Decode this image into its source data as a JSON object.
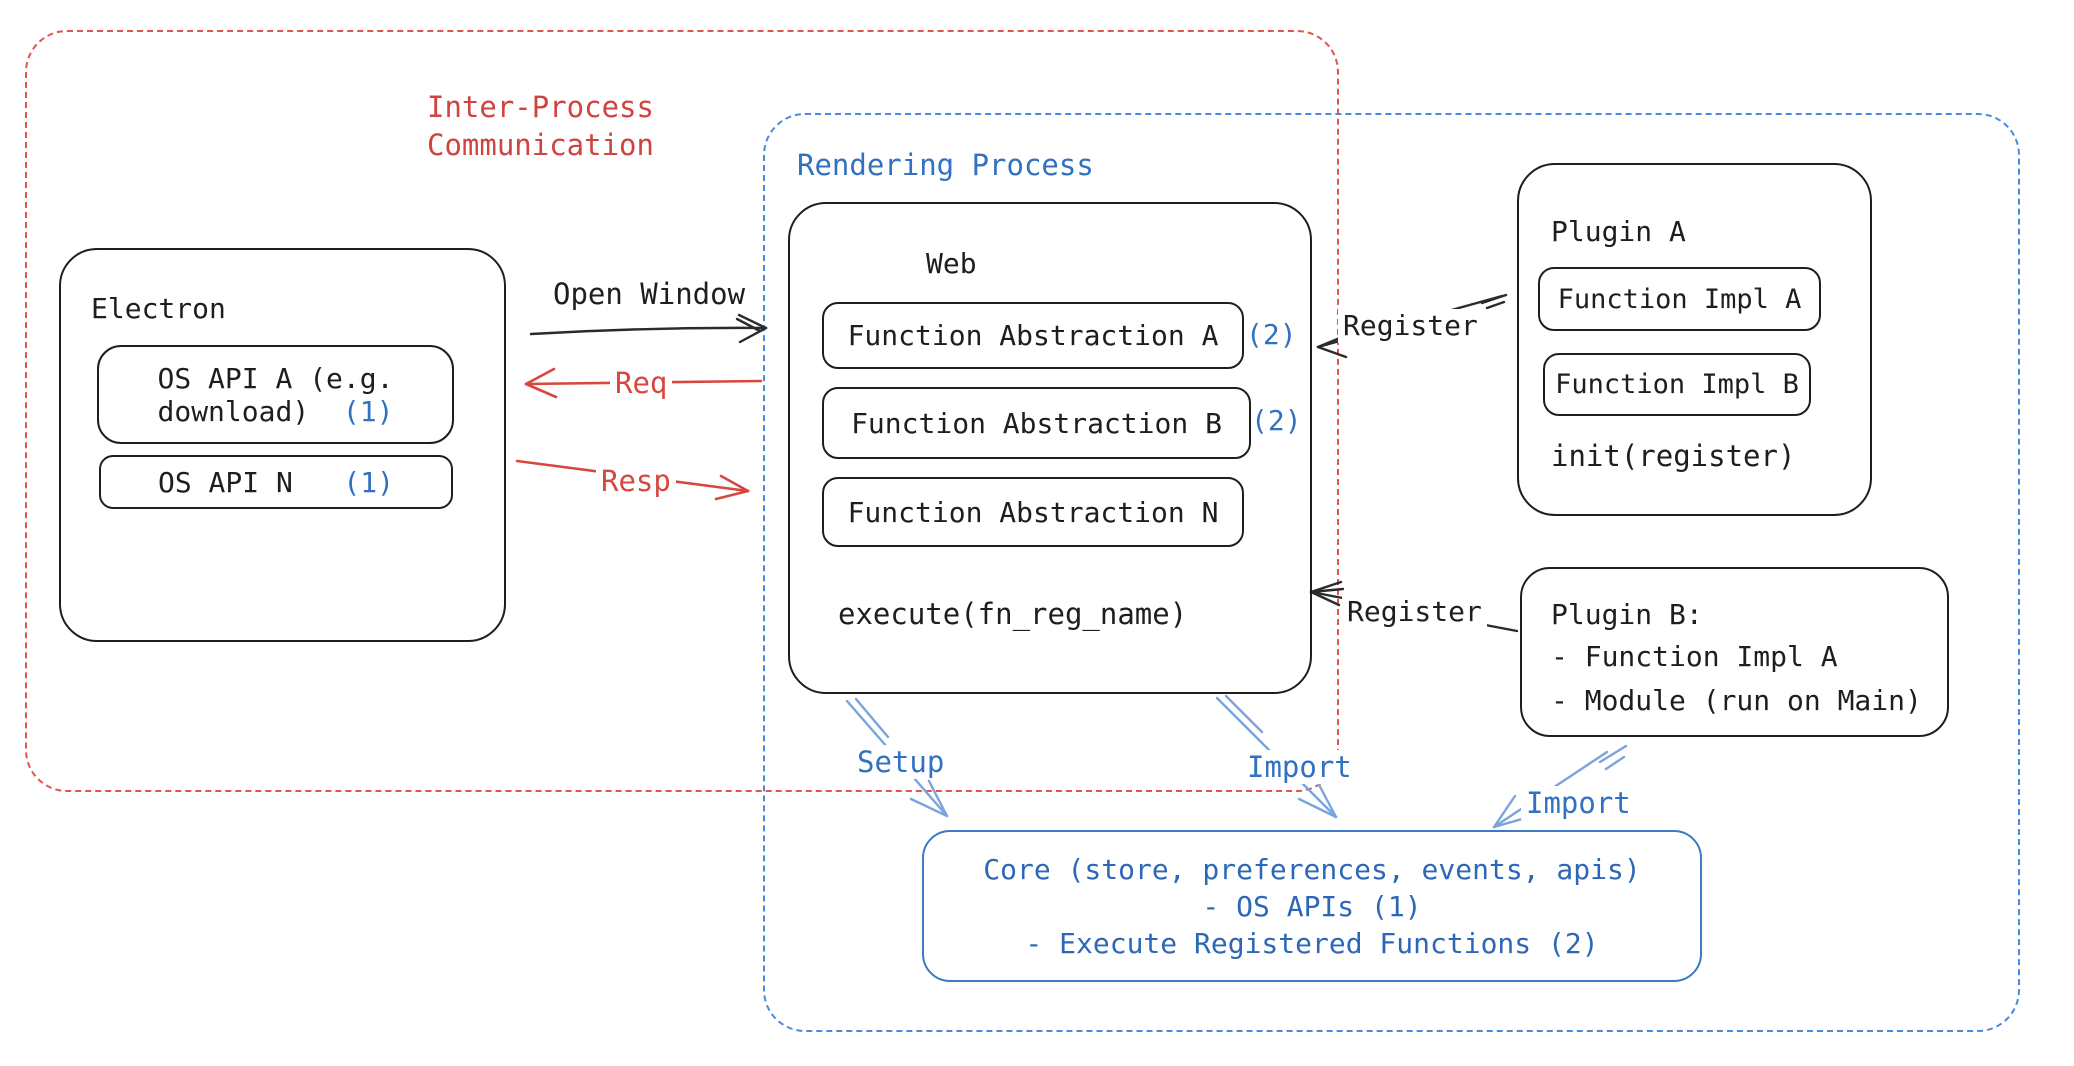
{
  "colors": {
    "ink": "#1e1e1e",
    "red_text": "#cf4440",
    "red_border": "#e0564c",
    "blue_text": "#3071c1",
    "blue_border": "#4a8bd8",
    "core_text": "#2d68b8",
    "core_border": "#3e79c4",
    "arrow_blue": "#79a4dc",
    "background": "#ffffff"
  },
  "ipc": {
    "line1": "Inter-Process",
    "line2": "Communication"
  },
  "rendering": {
    "label": "Rendering Process"
  },
  "electron": {
    "title": "Electron",
    "os_api_a": {
      "line1": "OS API A (e.g.",
      "line2": "download)",
      "badge": "(1)"
    },
    "os_api_n": {
      "label": "OS API N",
      "badge": "(1)"
    }
  },
  "web": {
    "title": "Web",
    "abstractions": [
      {
        "label": "Function Abstraction A",
        "badge": "(2)"
      },
      {
        "label": "Function Abstraction B",
        "badge": "(2)"
      },
      {
        "label": "Function Abstraction N",
        "badge": ""
      }
    ],
    "execute": "execute(fn_reg_name)"
  },
  "plugin_a": {
    "title": "Plugin A",
    "impl_a": "Function Impl A",
    "impl_b": "Function Impl B",
    "init": "init(register)"
  },
  "plugin_b": {
    "title": "Plugin B:",
    "item1": "- Function Impl A",
    "item2": "- Module (run on Main)"
  },
  "core": {
    "line1": "Core (store, preferences, events, apis)",
    "line2": "- OS APIs (1)",
    "line3": "- Execute Registered Functions (2)"
  },
  "arrows": {
    "open_window": "Open Window",
    "req": "Req",
    "resp": "Resp",
    "register_top": "Register",
    "register_bottom": "Register",
    "setup": "Setup",
    "import_web": "Import",
    "import_plugin": "Import"
  }
}
